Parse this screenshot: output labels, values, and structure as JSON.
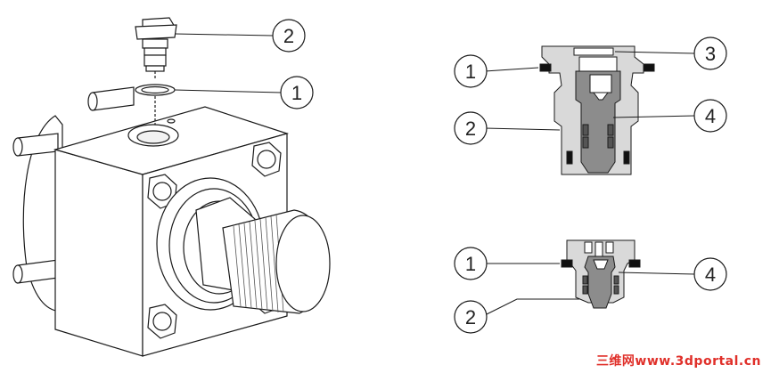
{
  "callouts": {
    "iso_valve": "2",
    "iso_ring": "1",
    "top_o_ring": "1",
    "top_body": "2",
    "top_seat": "3",
    "top_poppet": "4",
    "bottom_o_ring": "1",
    "bottom_body": "2",
    "bottom_poppet": "4"
  },
  "watermark": "三维网www.3dportal.cn",
  "colors": {
    "line": "#1a1a1a",
    "light_gray": "#d9d9d9",
    "mid_gray": "#b3b3b3",
    "dark_gray": "#555555",
    "black": "#111111",
    "watermark": "#e0302a"
  }
}
